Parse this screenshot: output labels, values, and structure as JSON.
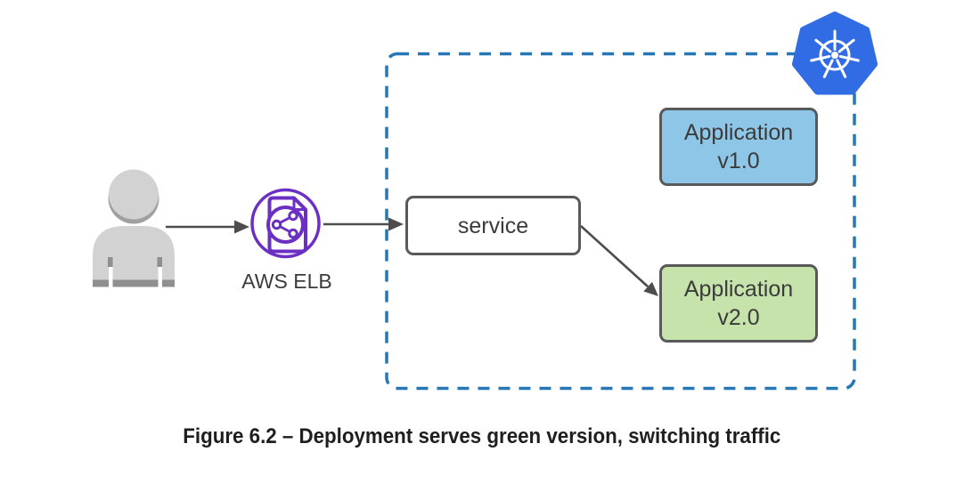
{
  "caption": "Figure 6.2 – Deployment serves green version, switching traffic",
  "nodes": {
    "user": {
      "icon": "person-icon"
    },
    "elb": {
      "label": "AWS ELB",
      "icon": "elb-document-share-icon"
    },
    "cluster": {
      "icon": "kubernetes-icon"
    },
    "service": {
      "label": "service"
    },
    "app_v1": {
      "line1": "Application",
      "line2": "v1.0"
    },
    "app_v2": {
      "line1": "Application",
      "line2": "v2.0"
    }
  },
  "colors": {
    "k8s-blue": "#326ce5",
    "dash-blue": "#2677b5",
    "app1-fill": "#8ec6e8",
    "app2-fill": "#c5e3ab",
    "box-border": "#595959",
    "arrow-gray": "#4d4d4d",
    "elb-purple": "#6b2fc3",
    "person-gray": "#d2d2d2",
    "person-dark": "#8f8f8f",
    "text-dark": "#3b3b3b",
    "caption-color": "#1f1f1f"
  }
}
